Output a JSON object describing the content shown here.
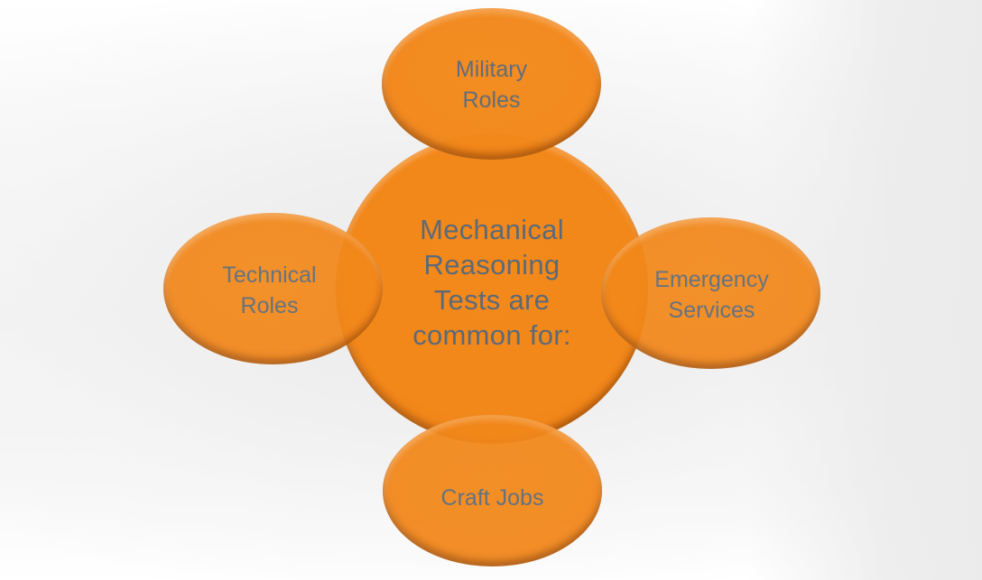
{
  "diagram": {
    "type": "radial-cycle",
    "center": {
      "label": "Mechanical\nReasoning\nTests are\ncommon for:"
    },
    "nodes": [
      {
        "position": "top",
        "label": "Military\nRoles"
      },
      {
        "position": "left",
        "label": "Technical\nRoles"
      },
      {
        "position": "right",
        "label": "Emergency\nServices"
      },
      {
        "position": "bottom",
        "label": "Craft Jobs"
      }
    ],
    "colors": {
      "shape_fill": "#f2871a",
      "shape_edge_shadow": "#8a4a12",
      "text": "#5c6a78",
      "background_light": "#ffffff",
      "background_gray": "#ebebeb"
    }
  }
}
